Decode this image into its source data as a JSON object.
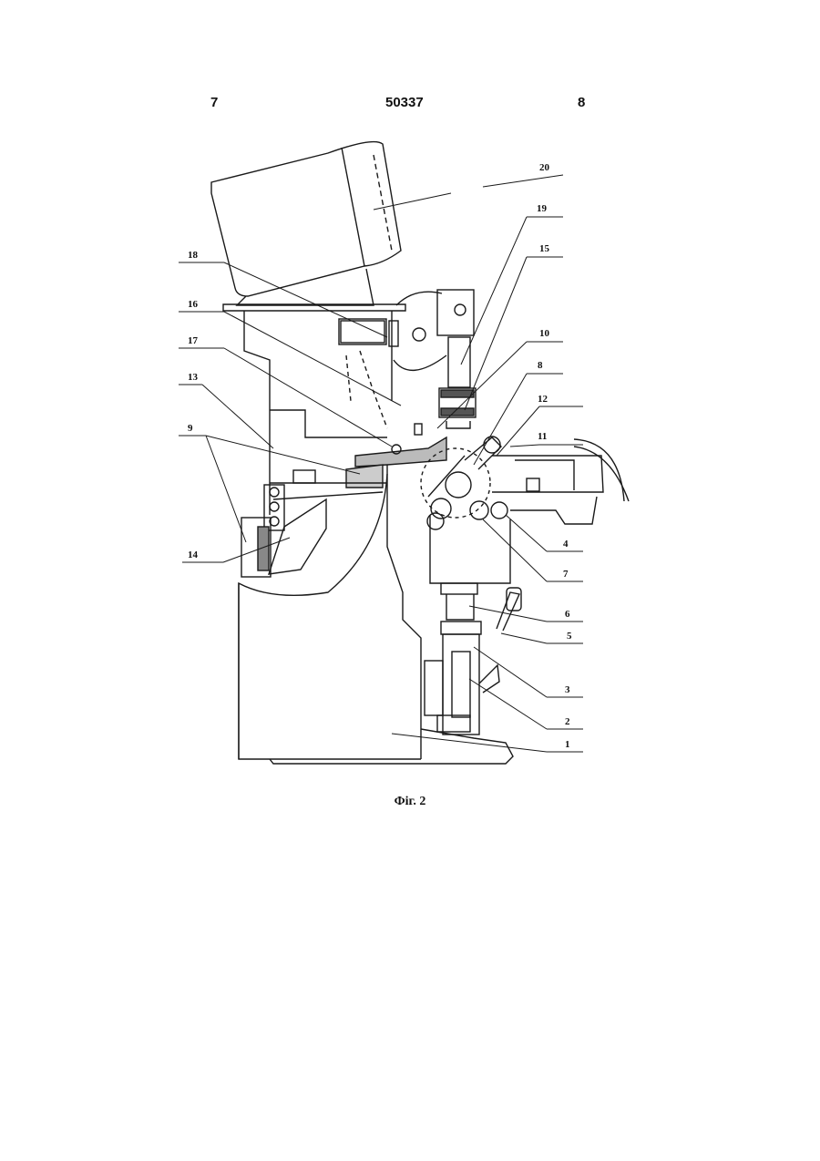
{
  "header": {
    "page_left": "7",
    "document_number": "50337",
    "page_right": "8"
  },
  "figure": {
    "caption": "Фiг. 2",
    "labels": {
      "l1": "1",
      "l2": "2",
      "l3": "3",
      "l4": "4",
      "l5": "5",
      "l6": "6",
      "l7": "7",
      "l8": "8",
      "l9": "9",
      "l10": "10",
      "l11": "11",
      "l12": "12",
      "l13": "13",
      "l14": "14",
      "l15": "15",
      "l16": "16",
      "l17": "17",
      "l18": "18",
      "l19": "19",
      "l20": "20"
    }
  }
}
